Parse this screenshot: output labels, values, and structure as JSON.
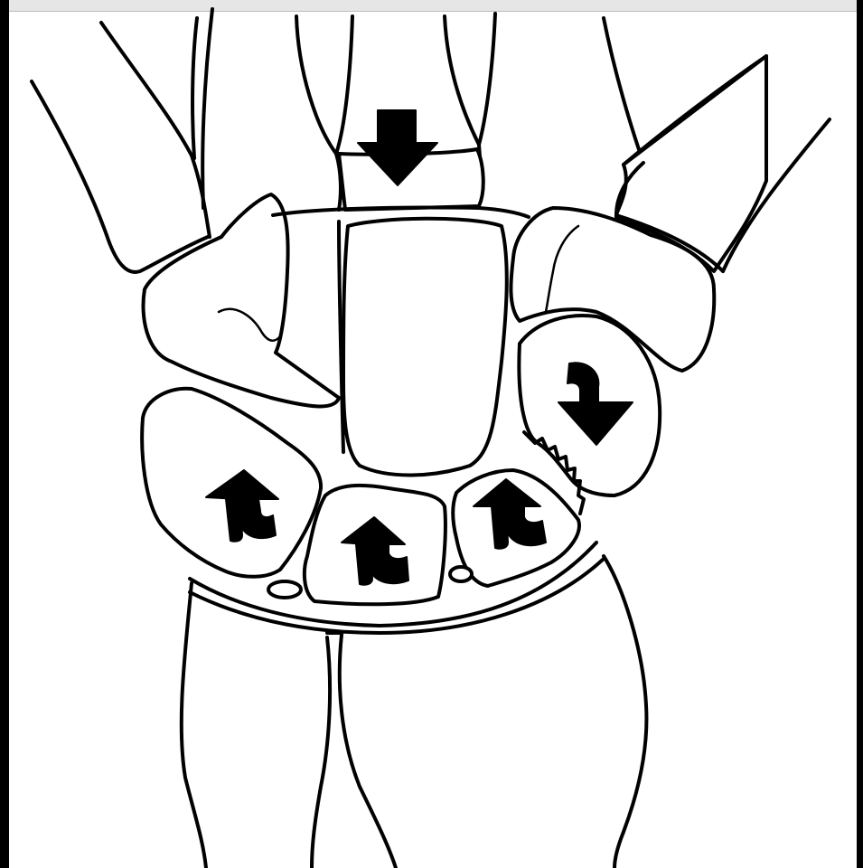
{
  "figure": {
    "background": "#ffffff",
    "frame_color": "#000000",
    "line_color": "#000000",
    "arrow_color": "#000000"
  },
  "arrows": [
    {
      "name": "capitate-arrow",
      "direction": "down"
    },
    {
      "name": "hamate-arrow",
      "direction": "down-hook"
    },
    {
      "name": "scaphoid-arrow",
      "direction": "up-hook"
    },
    {
      "name": "lunate-arrow",
      "direction": "up-hook"
    },
    {
      "name": "triquetrum-arrow",
      "direction": "up-hook"
    }
  ]
}
